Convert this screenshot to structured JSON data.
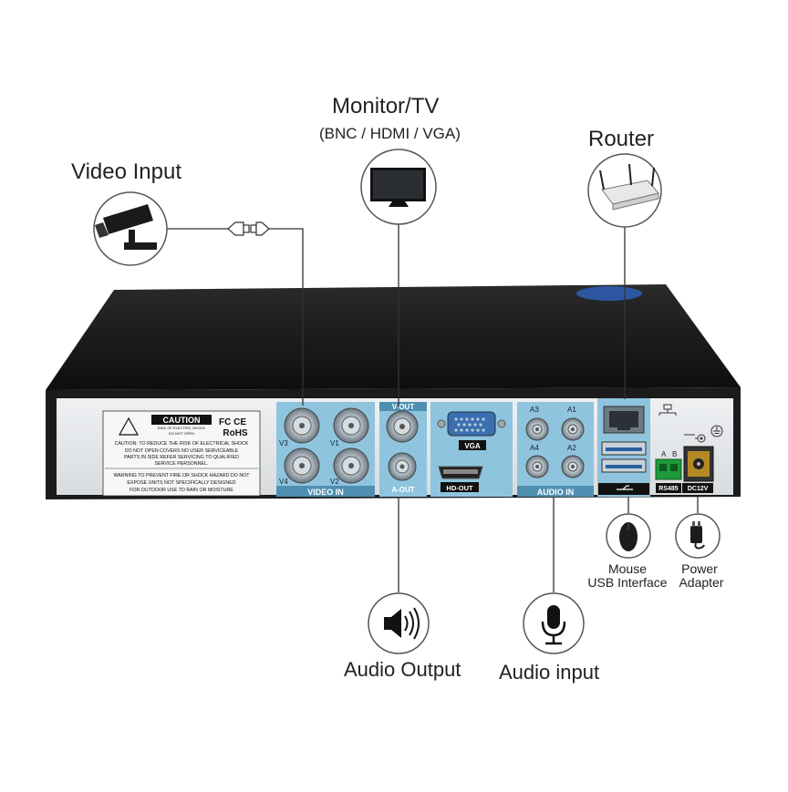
{
  "labels": {
    "video_input": "Video Input",
    "monitor_tv": "Monitor/TV",
    "monitor_sub": "(BNC / HDMI / VGA)",
    "router": "Router",
    "mouse": "Mouse",
    "usb_interface": "USB Interface",
    "power": "Power",
    "adapter": "Adapter",
    "audio_output": "Audio Output",
    "audio_input": "Audio input"
  },
  "panel": {
    "caution_title": "CAUTION",
    "caution_sub1": "RISK OF ELECTRIC SHOCK",
    "caution_sub2": "DO NOT OPEN",
    "fcc": "FC CE",
    "rohs": "RoHS",
    "caution_text": [
      "CAUTION: TO REDUCE THE RISK OF ELECTRICAL SHOCK",
      "DO NOT OPEN COVERS NO USER SERVICEABLE",
      "PARTS IN SIDE REFER SERVICING TO QUALIFIED",
      "SERVICE PERSONNEL.",
      "WARNING TO PREVENT FIRE OR SHOCK HAZARD DO NOT",
      "EXPOSE UNITS NOT SPECIFICALLY DESIGNED",
      "FOR OUTDOOR USE TO RAIN OR MOISTURE"
    ],
    "video_in": "VIDEO IN",
    "v_out": "V-OUT",
    "a_out": "A-OUT",
    "vga": "VGA",
    "hd_out": "HD-OUT",
    "audio_in": "AUDIO IN",
    "rs485": "RS485",
    "dc12v": "DC12V",
    "rs_a": "A",
    "rs_b": "B",
    "video_channels": [
      "V3",
      "V1",
      "V4",
      "V2"
    ],
    "audio_channels": [
      "A3",
      "A1",
      "A4",
      "A2"
    ]
  },
  "colors": {
    "accent_blue": "#8fc4de",
    "chassis_top": "#1a1a1a",
    "back_panel": "#e4e6e8",
    "line": "#333333"
  }
}
